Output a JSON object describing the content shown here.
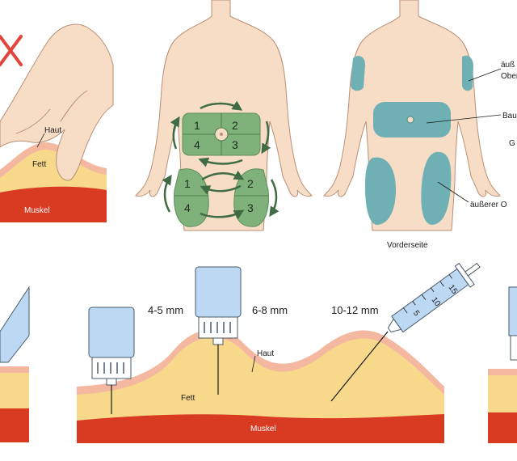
{
  "labels": {
    "haut": "Haut",
    "fett": "Fett",
    "muskel": "Muskel",
    "vorderseite": "Vorderseite",
    "oberarm_line1": "äuß",
    "oberarm_line2": "Ober",
    "bauch": "Bauc",
    "gesaess": "G",
    "oberschenkel": "äußerer O"
  },
  "needle_lengths": {
    "short": "4-5 mm",
    "medium": "6-8 mm",
    "long": "10-12 mm"
  },
  "zones": {
    "abdomen": [
      "1",
      "2",
      "4",
      "3"
    ],
    "thigh_left": [
      "1",
      "4"
    ],
    "thigh_right": [
      "2",
      "3"
    ]
  },
  "syringe_scale": [
    "15",
    "10",
    "5"
  ],
  "colors": {
    "skin": "#f7dcc6",
    "skin_layer": "#f4b8a0",
    "fat": "#f8d98c",
    "muscle": "#d93a22",
    "zone_green": "#7fb27a",
    "zone_teal": "#6fb0b4",
    "pen_blue": "#bcd8f2",
    "cross_red": "#e0463a",
    "arrow_green": "#3f6b45"
  }
}
